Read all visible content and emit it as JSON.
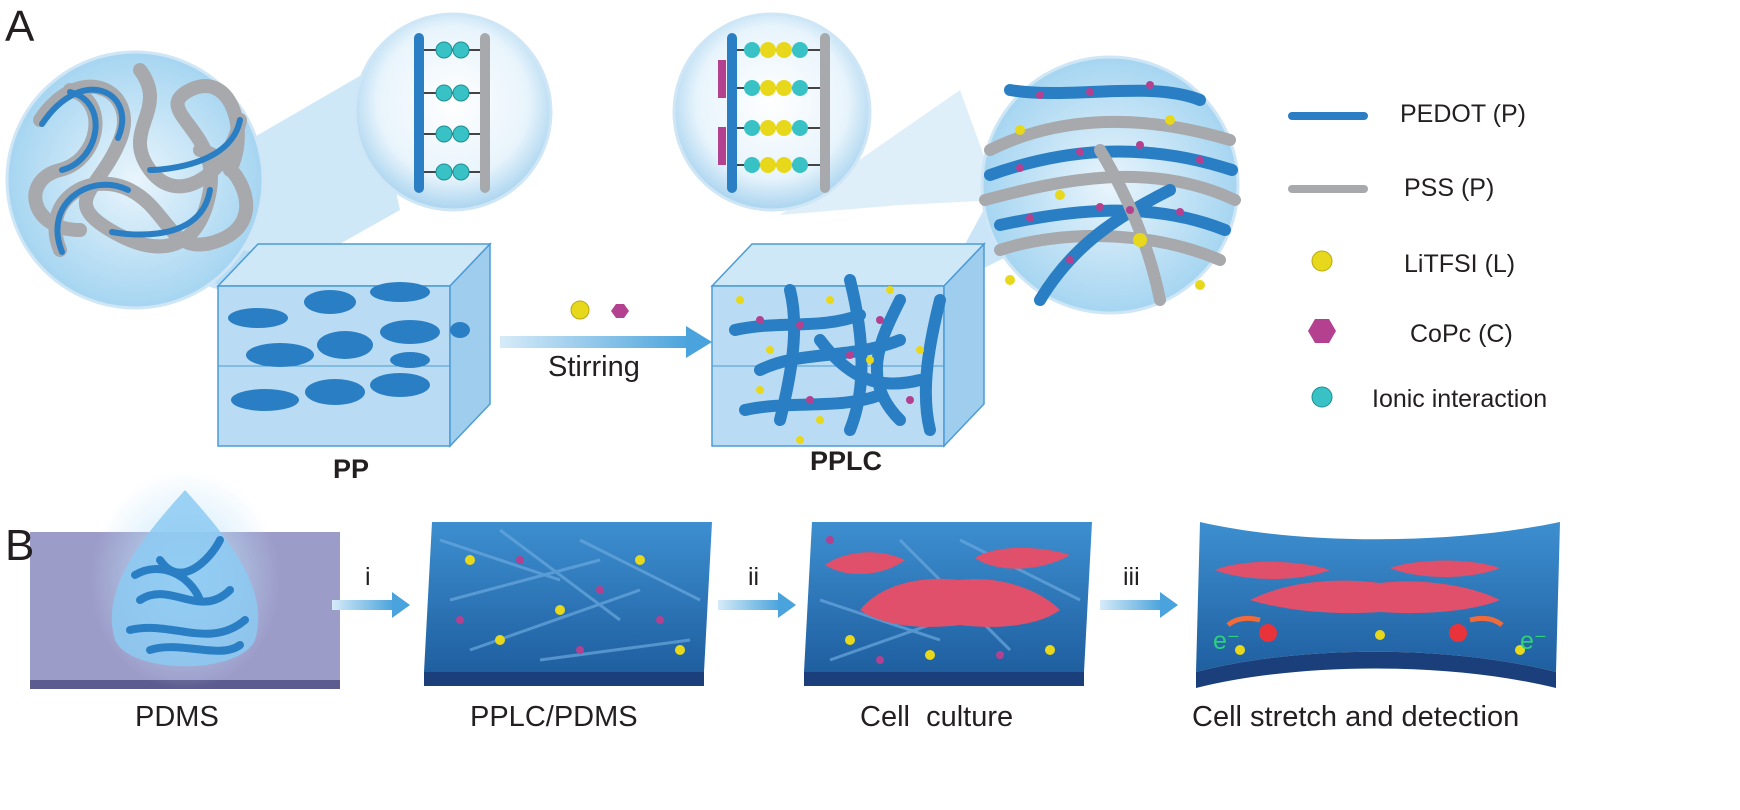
{
  "panel_a": {
    "label": "A",
    "left_box_label": "PP",
    "right_box_label": "PPLC",
    "arrow_label": "Stirring"
  },
  "legend": [
    {
      "label": "PEDOT (P)",
      "symbol": "blue-line",
      "color": "#2a7fc4"
    },
    {
      "label": "PSS (P)",
      "symbol": "gray-line",
      "color": "#a7a9ac"
    },
    {
      "label": "LiTFSI (L)",
      "symbol": "yellow-sphere",
      "color": "#e8d81c"
    },
    {
      "label": "CoPc (C)",
      "symbol": "magenta-hexagon",
      "color": "#b3418f"
    },
    {
      "label": "Ionic interaction",
      "symbol": "cyan-sphere",
      "color": "#38c2c6"
    }
  ],
  "panel_b": {
    "label": "B",
    "captions": [
      "PDMS",
      "PPLC/PDMS",
      "Cell  culture",
      "Cell stretch and detection"
    ],
    "step_labels": [
      "i",
      "ii",
      "iii"
    ],
    "electron_label": "e⁻"
  },
  "colors": {
    "pedot": "#2a7fc4",
    "pss": "#a7a9ac",
    "litfsi": "#e8d81c",
    "copc": "#b3418f",
    "ionic": "#38c2c6",
    "cell": "#e0506a",
    "arrow": "#6fb6e6"
  }
}
